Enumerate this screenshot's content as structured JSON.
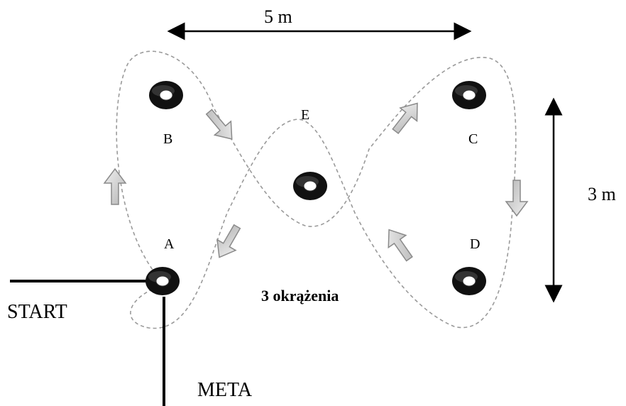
{
  "width_label": "5 m",
  "height_label": "3 m",
  "start_label": "START",
  "finish_label": "META",
  "laps_label": "3 okrążenia",
  "cones": {
    "a": "A",
    "b": "B",
    "c": "C",
    "d": "D",
    "e": "E"
  },
  "colors": {
    "path": "#9a9a9a",
    "marker": "#111111",
    "arrow_fill": "#c8c8c8",
    "arrow_stroke": "#8a8a8a",
    "line": "#000000"
  }
}
